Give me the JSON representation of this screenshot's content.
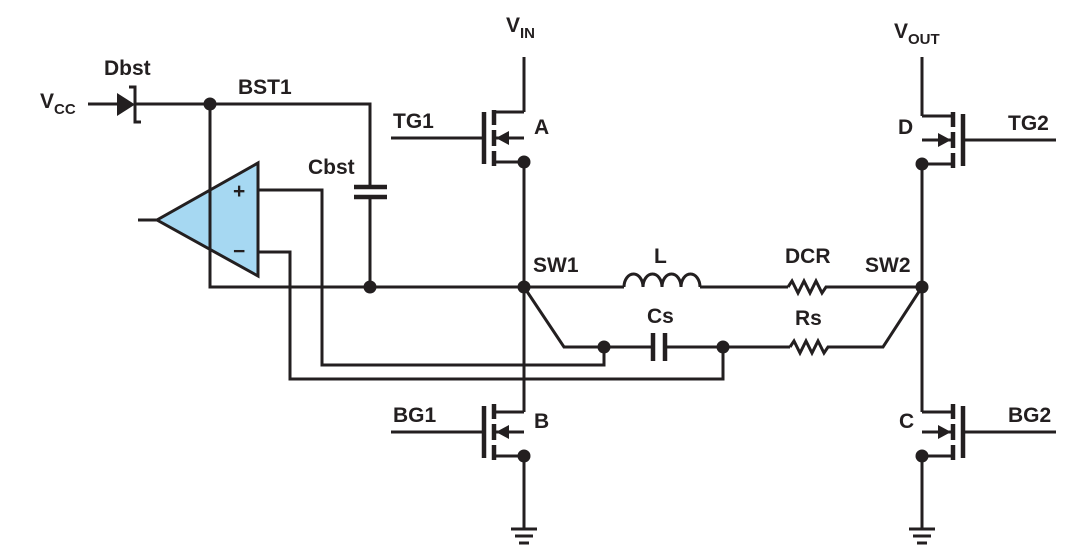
{
  "labels": {
    "vin_main": "V",
    "vin_sub": "IN",
    "vout_main": "V",
    "vout_sub": "OUT",
    "vcc_main": "V",
    "vcc_sub": "CC",
    "dbst": "Dbst",
    "bst1": "BST1",
    "cbst": "Cbst",
    "tg1": "TG1",
    "bg1": "BG1",
    "tg2": "TG2",
    "bg2": "BG2",
    "fet_a": "A",
    "fet_b": "B",
    "fet_c": "C",
    "fet_d": "D",
    "sw1": "SW1",
    "sw2": "SW2",
    "inductor": "L",
    "dcr": "DCR",
    "cs": "Cs",
    "rs": "Rs",
    "amp_plus": "+",
    "amp_minus": "−"
  },
  "colors": {
    "wire": "#231f20",
    "amplifier_fill": "#a6d8f2",
    "background": "#ffffff"
  }
}
